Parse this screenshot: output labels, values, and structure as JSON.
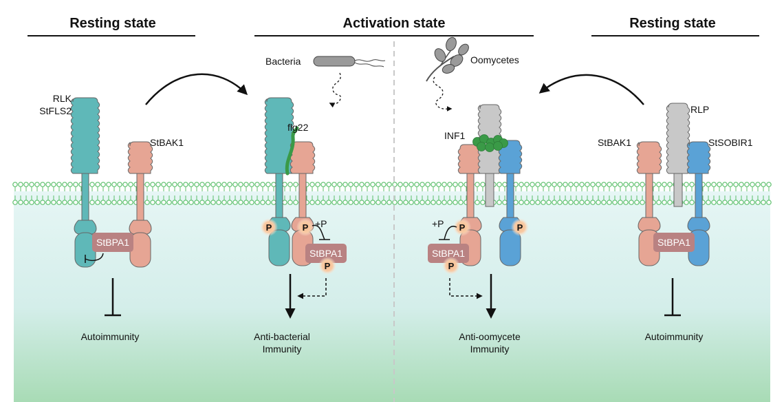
{
  "headers": {
    "left": "Resting state",
    "center": "Activation state",
    "right": "Resting state"
  },
  "labels": {
    "rlk": "RLK",
    "stfls2": "StFLS2",
    "stbak1_left": "StBAK1",
    "bacteria": "Bacteria",
    "flg22": "flg22",
    "oomycetes": "Oomycetes",
    "inf1": "INF1",
    "rlp": "RLP",
    "stbak1_right": "StBAK1",
    "stsobir1": "StSOBIR1",
    "plus_p_bacterial": "+P",
    "plus_p_oomycete": "+P",
    "phospho": "P"
  },
  "boxes": {
    "stbpa1": "StBPA1"
  },
  "outcomes": {
    "autoimmunity_left": "Autoimmunity",
    "antibacterial_line1": "Anti-bacterial",
    "antibacterial_line2": "Immunity",
    "antioomycete_line1": "Anti-oomycete",
    "antioomycete_line2": "Immunity",
    "autoimmunity_right": "Autoimmunity"
  },
  "colors": {
    "teal": "#5fb8b8",
    "salmon": "#e6a594",
    "gray": "#c8c8c8",
    "blue": "#5aa2d6",
    "stbpa1": "#b98282",
    "membrane": "#5bbf6a",
    "ligand": "#3a9a47",
    "bg_bottom": "#a8dbb5",
    "bg_top": "#def1f0"
  }
}
